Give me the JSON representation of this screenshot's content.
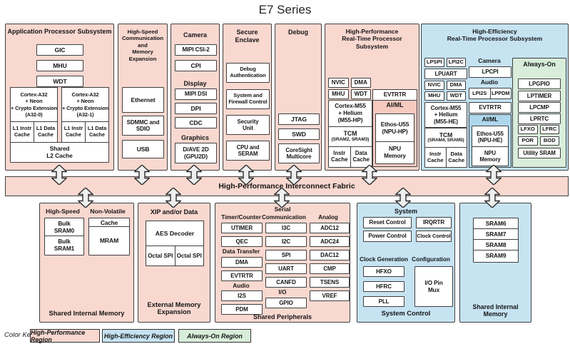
{
  "title": "E7 Series",
  "fabric_label": "High-Performance Interconnect Fabric",
  "colors": {
    "high_performance": "#f9d8d0",
    "high_efficiency": "#c6e3f2",
    "always_on": "#d8edda"
  },
  "app": {
    "title": "Application Processor Subsystem",
    "small": [
      "GIC",
      "MHU",
      "WDT"
    ],
    "core0": "Cortex-A32\n+ Neon\n+ Crypto Extension\n(A32-0)",
    "core1": "Cortex-A32\n+ Neon\n+ Crypto Extension\n(A32-1)",
    "l1i": "L1 Instr\nCache",
    "l1d": "L1 Data\nCache",
    "l2": "Shared\nL2 Cache"
  },
  "hscme": {
    "title": "High-Speed\nCommunication and\nMemory Expansion",
    "ethernet": "Ethernet",
    "sdmmc": "SDMMC and\nSDIO",
    "usb": "USB"
  },
  "camera_col": {
    "camera_header": "Camera",
    "mipi_csi": "MIPI CSI-2",
    "cpi": "CPI",
    "display_header": "Display",
    "mipi_dsi": "MIPI DSI",
    "dpi": "DPI",
    "cdc": "CDC",
    "graphics_header": "Graphics",
    "gpu": "D/AVE 2D\n(GPU2D)"
  },
  "secure": {
    "title": "Secure\nEnclave",
    "boxes": [
      "Debug\nAuthentication",
      "System and\nFirewall Control",
      "Security\nUnit",
      "CPU and\nSERAM"
    ]
  },
  "debug": {
    "title": "Debug",
    "jtag": "JTAG",
    "swd": "SWD",
    "coresight": "CoreSight\nMulticore"
  },
  "hp": {
    "title": "High-Performance\nReal-Time Processor Subsystem",
    "nvic": "NVIC",
    "dma": "DMA",
    "mhu": "MHU",
    "wdt": "WDT",
    "core": "Cortex-M55\n+ Helium\n(M55-HP)",
    "tcm": "TCM",
    "tcm_note": "(SRAM2, SRAM3)",
    "icache": "Instr\nCache",
    "dcache": "Data\nCache",
    "evtrtr": "EVTRTR",
    "aiml_header": "AI/ML",
    "npu": "Ethos-U55\n(NPU-HP)",
    "npu_mem": "NPU\nMemory"
  },
  "he": {
    "title": "High-Efficiency\nReal-Time Processor Subsystem",
    "lpspi": "LPSPI",
    "lpi2c": "LPI2C",
    "lpuart": "LPUART",
    "nvic": "NVIC",
    "dma": "DMA",
    "mhu": "MHU",
    "wdt": "WDT",
    "core": "Cortex-M55\n+ Helium\n(M55-HE)",
    "tcm": "TCM",
    "tcm_note": "(SRAM4, SRAM5)",
    "icache": "Instr\nCache",
    "dcache": "Data\nCache",
    "camera_header": "Camera",
    "lpcpi": "LPCPI",
    "audio_header": "Audio",
    "lpi2s": "LPI2S",
    "lppdm": "LPPDM",
    "evtrtr": "EVTRTR",
    "aiml_header": "AI/ML",
    "npu": "Ethos-U55\n(NPU-HE)",
    "npu_mem": "NPU\nMemory",
    "always_on": {
      "title": "Always-On",
      "boxes": [
        "LPGPIO",
        "LPTIMER",
        "LPCMP",
        "LPRTC"
      ],
      "lfxo": "LFXO",
      "lfrc": "LFRC",
      "por": "POR",
      "bod": "BOD",
      "utility": "Utility SRAM"
    }
  },
  "mem_left": {
    "label": "Shared Internal Memory",
    "high_speed_header": "High-Speed",
    "bulk0": "Bulk\nSRAM0",
    "bulk1": "Bulk\nSRAM1",
    "nonvolatile_header": "Non-Volatile",
    "cache": "Cache",
    "mram": "MRAM"
  },
  "ext_mem": {
    "label": "External Memory\nExpansion",
    "header": "XIP and/or Data",
    "aes": "AES Decoder",
    "octal": "Octal SPI"
  },
  "periph": {
    "label": "Shared Peripherals",
    "serial_top": "Serial",
    "timer_header": "Timer/Counter",
    "utimer": "UTIMER",
    "qec": "QEC",
    "dt_header": "Data Transfer",
    "dma": "DMA",
    "evtrtr": "EVTRTR",
    "audio_header": "Audio",
    "i2s": "I2S",
    "pdm": "PDM",
    "comm_header": "Communication",
    "i3c": "I3C",
    "i2c": "I2C",
    "spi": "SPI",
    "uart": "UART",
    "canfd": "CANFD",
    "io_header": "I/O",
    "gpio": "GPIO",
    "analog_header": "Analog",
    "analog": [
      "ADC12",
      "ADC24",
      "DAC12",
      "CMP",
      "TSENS",
      "VREF"
    ]
  },
  "sysctl": {
    "label": "System Control",
    "system_header": "System",
    "reset": "Reset Control",
    "irqrtr": "IRQRTR",
    "power": "Power Control",
    "clock": "Clock Control",
    "clockgen_header": "Clock Generation",
    "hfxo": "HFXO",
    "hfrc": "HFRC",
    "pll": "PLL",
    "config_header": "Configuration",
    "iomux": "I/O Pin\nMux"
  },
  "mem_right": {
    "label": "Shared Internal Memory",
    "srams": [
      "SRAM6",
      "SRAM7",
      "SRAM8",
      "SRAM9"
    ]
  },
  "color_key": {
    "label": "Color Key:",
    "items": [
      "High-Performance Region",
      "High-Efficiency Region",
      "Always-On Region"
    ]
  }
}
